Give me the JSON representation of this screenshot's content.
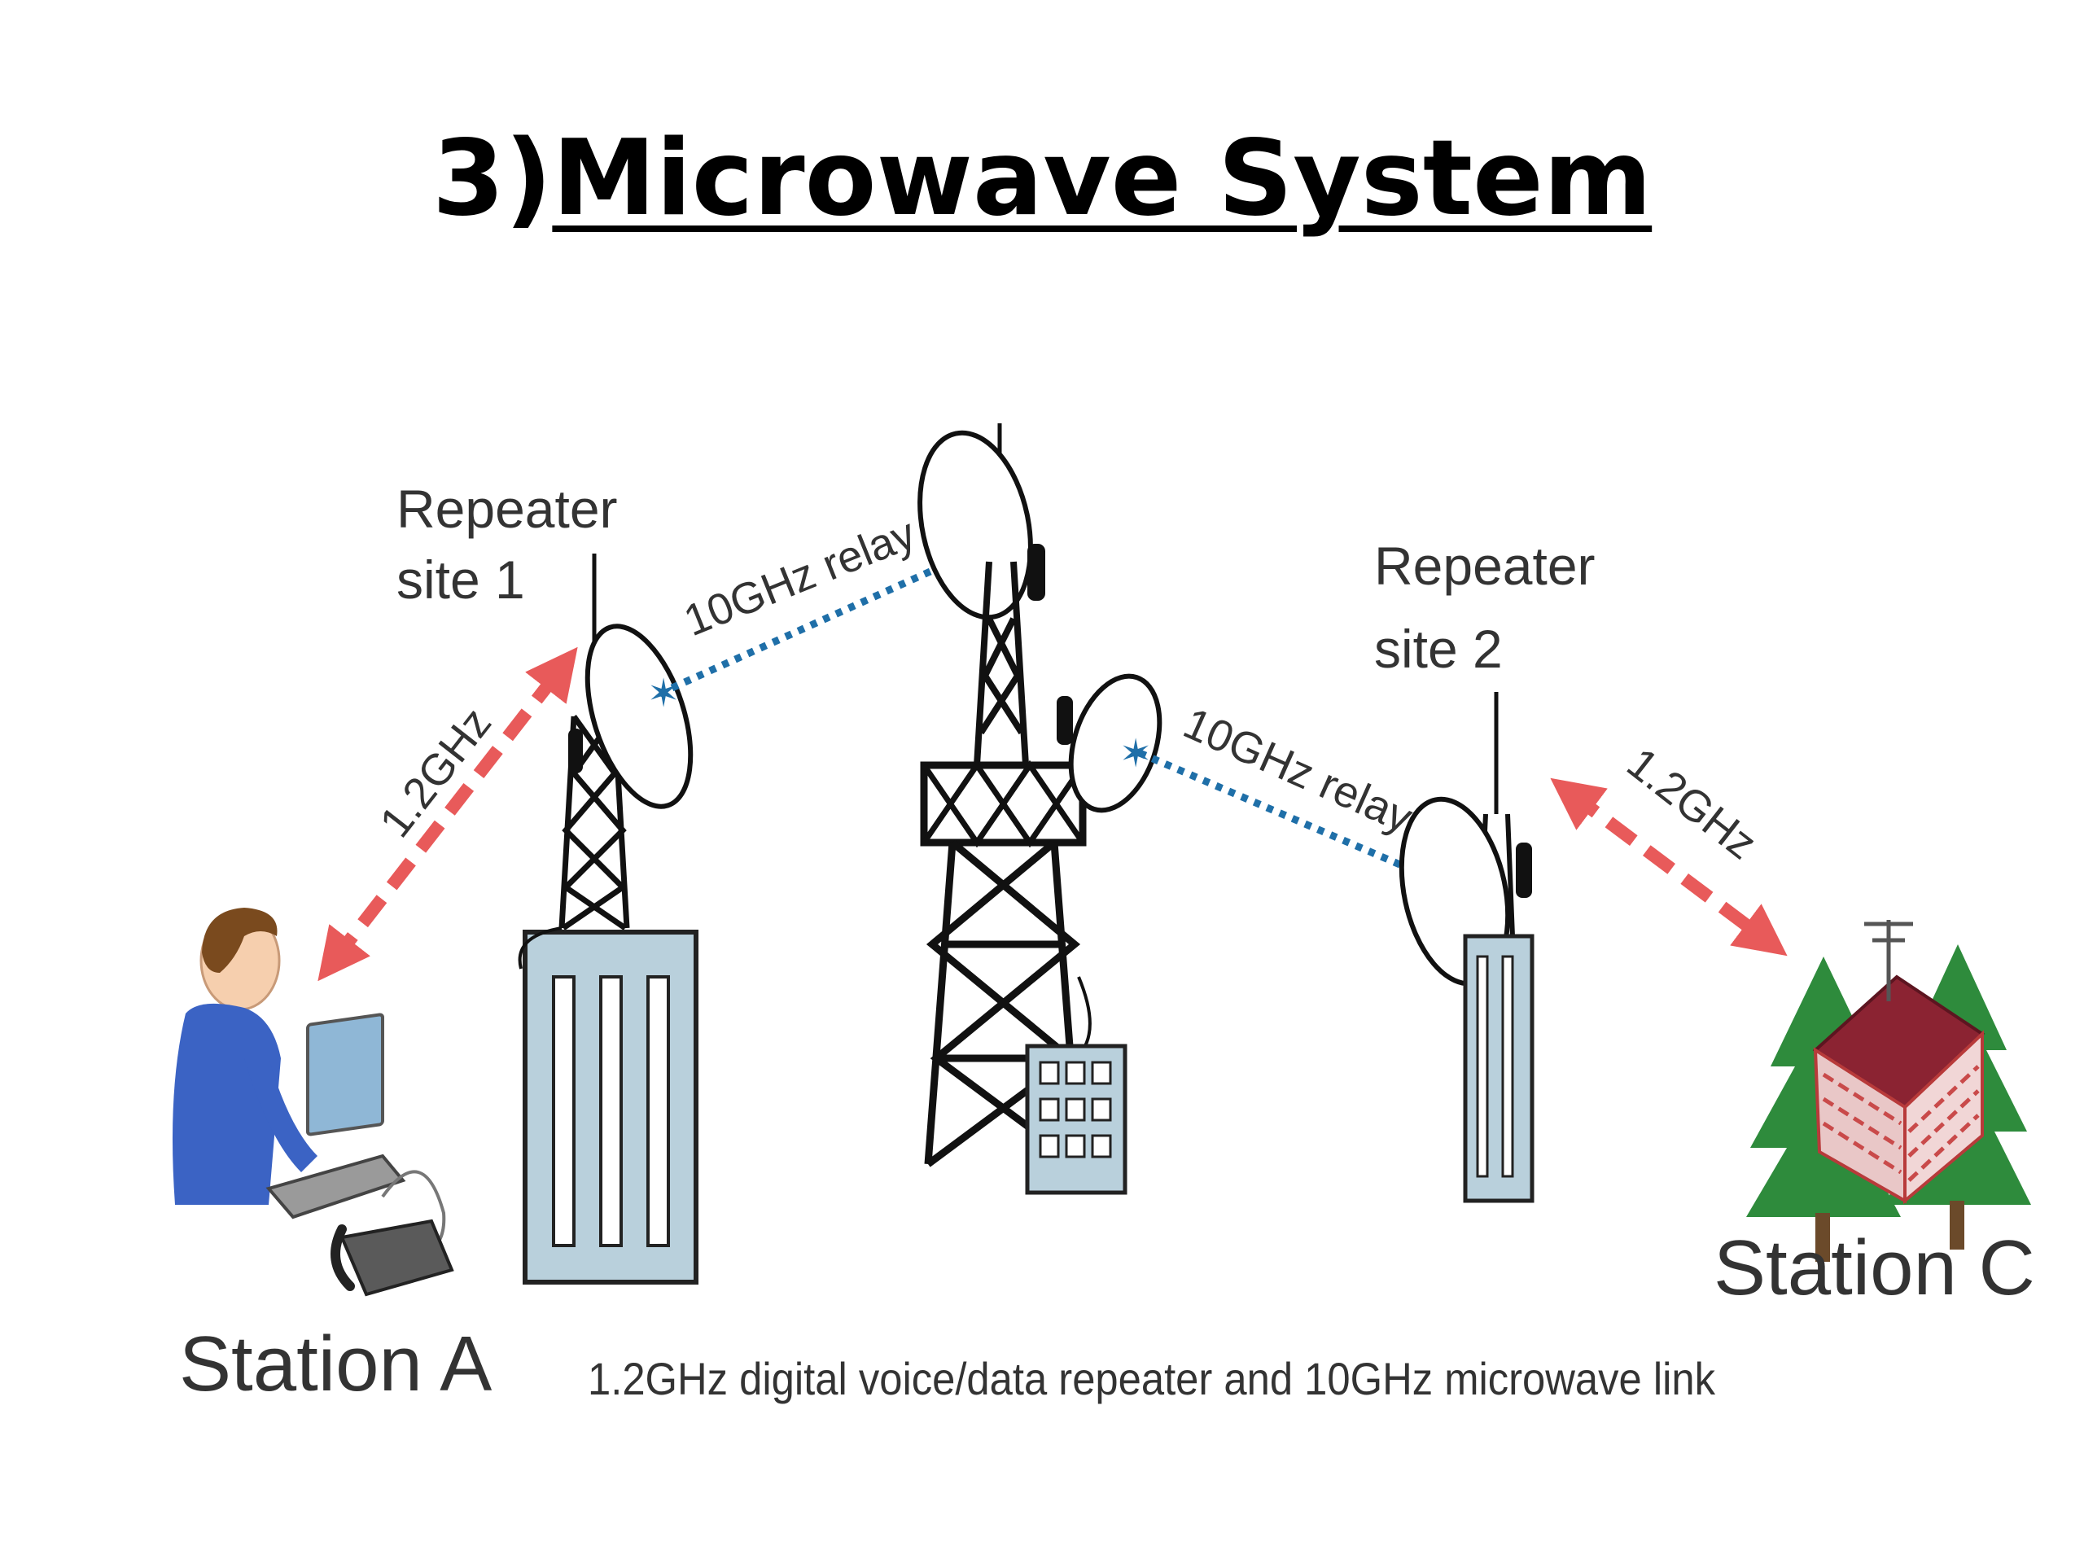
{
  "slide": {
    "title_prefix": "3)",
    "title_main": "Microwave System"
  },
  "diagram": {
    "repeater_site_1": {
      "line1": "Repeater",
      "line2": "site 1"
    },
    "repeater_site_2": {
      "line1": "Repeater",
      "line2": "site 2"
    },
    "link_a_to_r1": "1.2GHz",
    "relay_r1_to_hub": "10GHz relay",
    "relay_hub_to_r2": "10GHz relay",
    "link_r2_to_c": "1.2GHz",
    "station_a": "Station A",
    "station_c": "Station C",
    "caption": "1.2GHz digital voice/data repeater and 10GHz microwave link"
  },
  "colors": {
    "radio_link": "#e85a5a",
    "microwave_relay": "#1f6fa8",
    "building": "#b9d0dc",
    "tree": "#2e8b3c",
    "house_roof": "#8b2332",
    "house_wall": "#c94a4a",
    "person_shirt": "#3b63c4",
    "person_hair": "#7a4a1e"
  }
}
